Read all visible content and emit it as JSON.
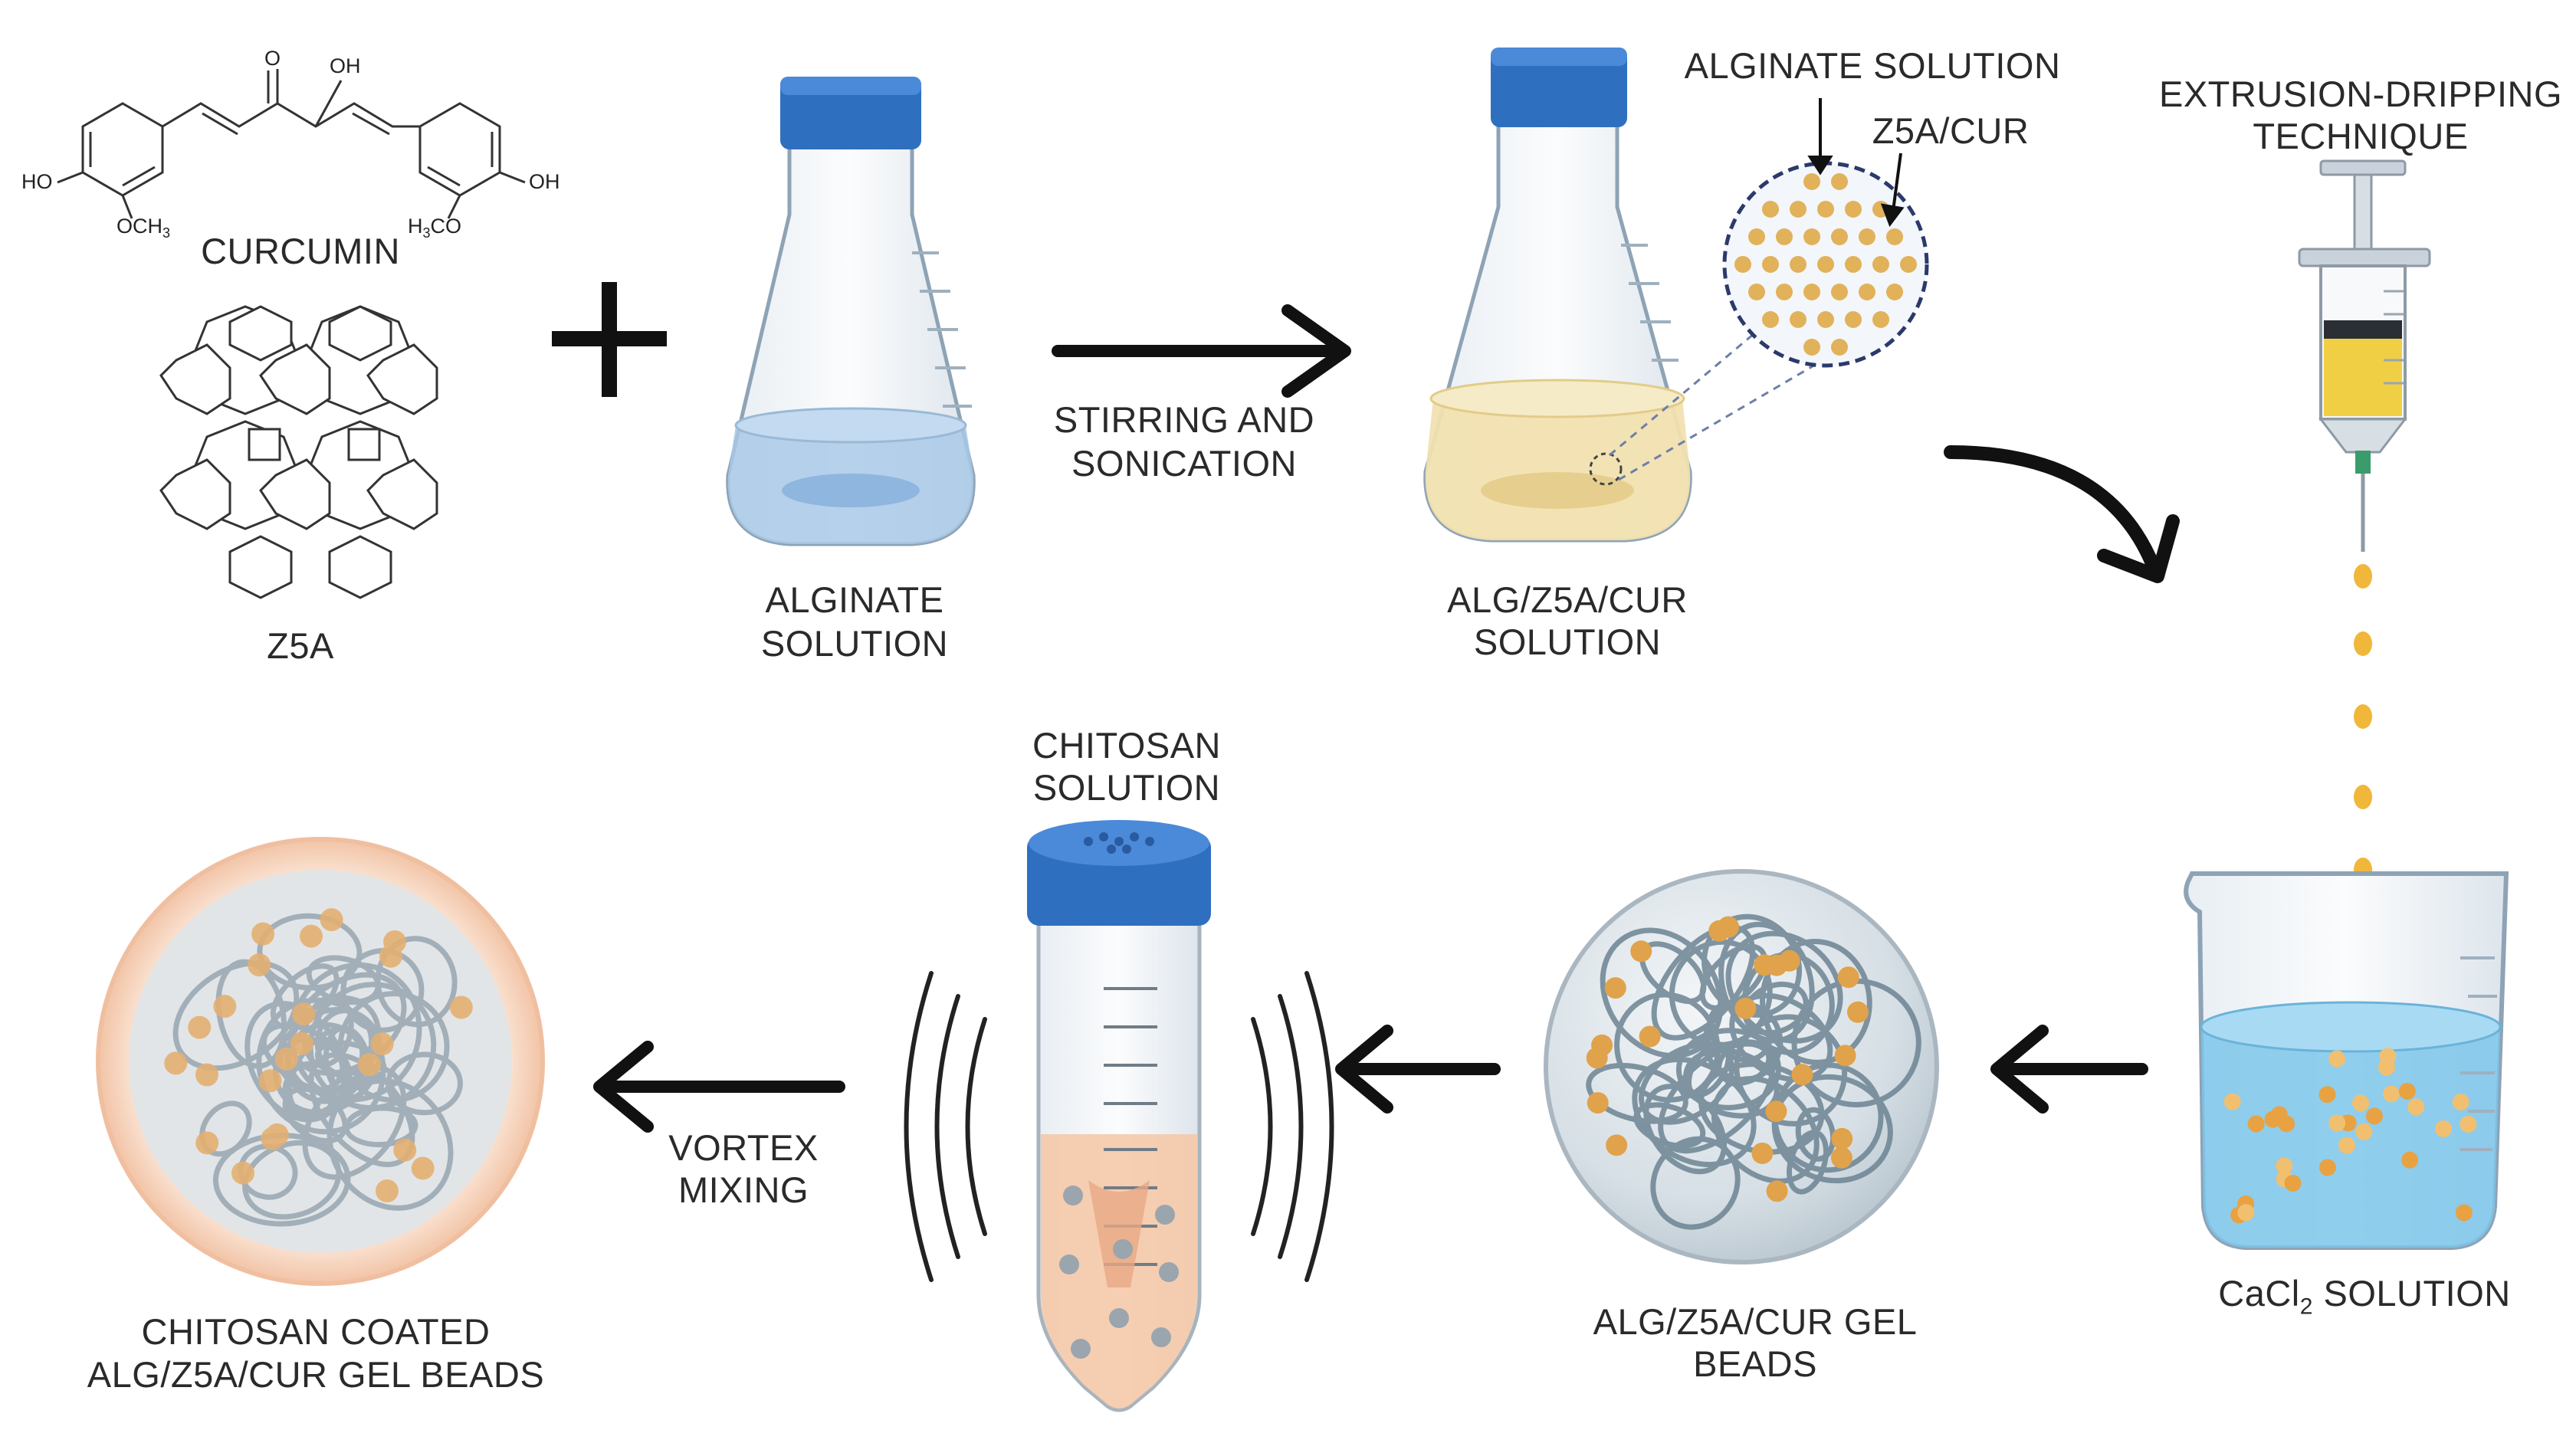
{
  "labels": {
    "curcumin": "CURCUMIN",
    "z5a": "Z5A",
    "alginate_solution_line1": "ALGINATE",
    "alginate_solution_line2": "SOLUTION",
    "stirring_line1": "STIRRING  AND",
    "stirring_line2": "SONICATION",
    "zoom_alginate": "ALGINATE SOLUTION",
    "zoom_z5acur": "Z5A/CUR",
    "alg_sol_line1": "ALG/Z5A/CUR",
    "alg_sol_line2": "SOLUTION",
    "extrusion_line1": "EXTRUSION-DRIPPING",
    "extrusion_line2": "TECHNIQUE",
    "cacl2_prefix": "CaCl",
    "cacl2_sub": "2",
    "cacl2_suffix": " SOLUTION",
    "gel_beads_line1": "ALG/Z5A/CUR GEL",
    "gel_beads_line2": "BEADS",
    "chitosan_line1": "CHITOSAN",
    "chitosan_line2": "SOLUTION",
    "vortex_line1": "VORTEX",
    "vortex_line2": "MIXING",
    "coated_line1": "CHITOSAN  COATED",
    "coated_line2": "ALG/Z5A/CUR GEL BEADS"
  },
  "chem_labels": {
    "ho_left": "HO",
    "och3": "OCH",
    "och3_sub": "3",
    "o_top": "O",
    "oh_top": "OH",
    "h3co": "H",
    "h3co_sub": "3",
    "h3co_tail": "CO",
    "oh_right": "OH"
  },
  "colors": {
    "cap_blue": "#2f6fc0",
    "alginate_blue": "#a9c9e8",
    "curcumin_yellow": "#f2e2b0",
    "bead_orange": "#e0a24a",
    "cacl2_blue": "#7cc6ea",
    "chitosan_peach": "#f5c9a8",
    "arrow": "#111111"
  }
}
